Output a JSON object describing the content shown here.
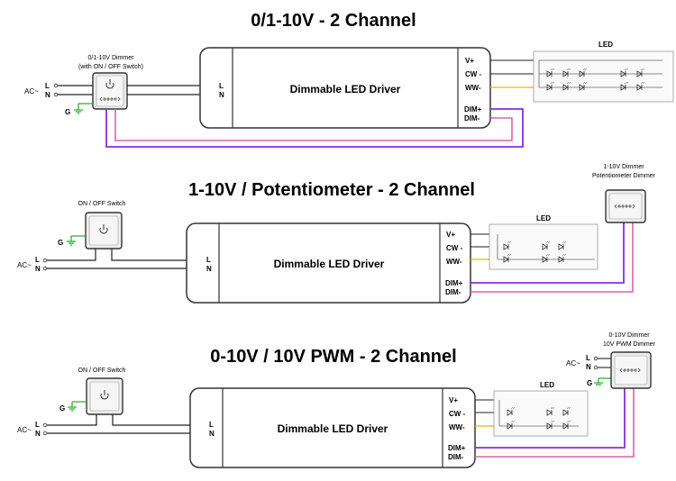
{
  "colors": {
    "wire": "#222222",
    "dim_plus": "#8a2be2",
    "dim_minus": "#e060b0",
    "ground": "#22aa22",
    "ww_wire": "#f0b000",
    "box_stroke": "#333333"
  },
  "diagram1": {
    "title": "0/1-10V - 2 Channel",
    "dimmer_label_1": "0/1-10V Dimmer",
    "dimmer_label_2": "(with ON / OFF Switch)",
    "ac_label": "AC~",
    "l_label": "L",
    "n_label": "N",
    "g_label": "G",
    "driver_l": "L",
    "driver_n": "N",
    "driver_name": "Dimmable LED Driver",
    "vplus": "V+",
    "cw": "CW -",
    "ww": "WW-",
    "dimplus": "DIM+",
    "dimminus": "DIM-",
    "led_label": "LED"
  },
  "diagram2": {
    "title": "1-10V / Potentiometer - 2 Channel",
    "switch_label": "ON / OFF Switch",
    "dimmer_label_1": "1-10V Dimmer",
    "dimmer_label_2": "Potentiometer Dimmer",
    "ac_label": "AC~",
    "l_label": "L",
    "n_label": "N",
    "g_label": "G",
    "driver_l": "L",
    "driver_n": "N",
    "driver_name": "Dimmable LED Driver",
    "vplus": "V+",
    "cw": "CW -",
    "ww": "WW-",
    "dimplus": "DIM+",
    "dimminus": "DIM-",
    "led_label": "LED"
  },
  "diagram3": {
    "title": "0-10V / 10V PWM - 2 Channel",
    "switch_label": "ON / OFF Switch",
    "dimmer_label_1": "0-10V Dimmer",
    "dimmer_label_2": "10V PWM Dimmer",
    "ac_label": "AC~",
    "l_label": "L",
    "n_label": "N",
    "g_label": "G",
    "dimmer_ac_label": "AC~",
    "dimmer_l_label": "L",
    "dimmer_n_label": "N",
    "dimmer_g_label": "G",
    "driver_l": "L",
    "driver_n": "N",
    "driver_name": "Dimmable LED Driver",
    "vplus": "V+",
    "cw": "CW -",
    "ww": "WW-",
    "dimplus": "DIM+",
    "dimminus": "DIM-",
    "led_label": "LED"
  }
}
